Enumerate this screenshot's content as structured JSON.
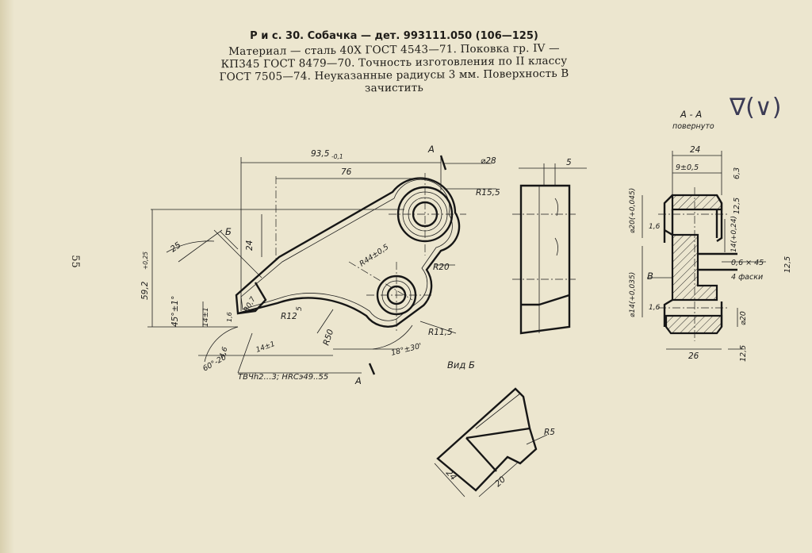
{
  "caption": {
    "title": "Р и с. 30. Собачка — дет. 993111.050 (106—125)",
    "line1": "Материал — сталь 40Х ГОСТ 4543—71. Поковка гр. IV —",
    "line2": "КП345 ГОСТ 8479—70. Точность изготовления по II классу",
    "line3": "ГОСТ 7505—74. Неуказанные радиусы 3 мм. Поверхность В",
    "line4": "зачистить"
  },
  "page_number": "55",
  "handwritten_mark": "∇(∨)",
  "main_view": {
    "dim_total_length": "93,5",
    "dim_total_length_tol": "-0,1",
    "dim_76": "76",
    "dim_24": "24",
    "dim_25": "25",
    "dim_height": "59,2",
    "dim_height_tol": "+0,25",
    "dim_angle": "45°±1°",
    "dim_14_1": "14±1",
    "dim_1_6": "1,6",
    "dim_r0_7": "R0,7",
    "dim_r12": "R12",
    "dim_5": "5",
    "dim_14_2": "14±1",
    "dim_4_6": "4,6",
    "dim_angle60": "60°-20'",
    "dim_r50": "R50",
    "dim_r44": "R44±0,5",
    "dim_r20": "R20",
    "dim_r15_5": "R15,5",
    "dim_d28": "⌀28",
    "dim_r11_5": "R11,5",
    "dim_angle18": "18°±30'",
    "hardening": "ТВЧh2…3; HRCэ49..55",
    "section_label_a_top": "А",
    "section_label_a_bottom": "А",
    "view_label_b": "Б"
  },
  "side_view": {
    "dim_5": "5"
  },
  "section_aa": {
    "title": "А - А",
    "subtitle": "повернуто",
    "dim_24": "24",
    "dim_9": "9±0,5",
    "dim_6_3": "6,3",
    "dim_12_5_a": "12,5",
    "dim_d20": "⌀20(+0,045)",
    "dim_1_6_a": "1,6",
    "dim_14_024": "14(+0,24)",
    "dim_chamfer": "0,6 × 45",
    "dim_chamfer_count": "4 фаски",
    "dim_12_5_b": "12,5",
    "dim_d14": "⌀14(+0,035)",
    "surface_b": "В",
    "dim_1_6_b": "1,6",
    "dim_d20_b": "⌀20",
    "dim_26": "26",
    "dim_12_5_c": "12,5"
  },
  "view_b": {
    "title": "Вид Б",
    "dim_r5": "R5",
    "dim_24": "24",
    "dim_20": "20"
  }
}
